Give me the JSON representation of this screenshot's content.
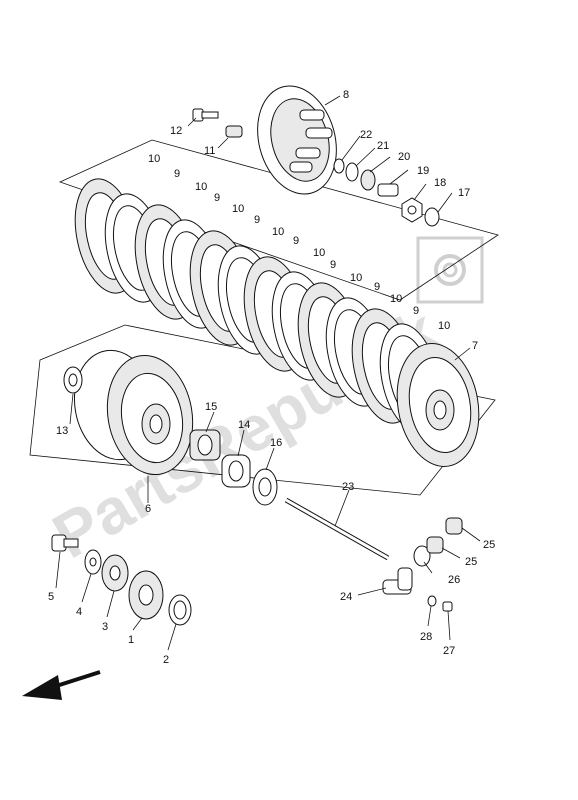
{
  "watermark": "PartsRepublik",
  "callouts": {
    "c1": "1",
    "c2": "2",
    "c3": "3",
    "c4": "4",
    "c5": "5",
    "c6": "6",
    "c7": "7",
    "c8": "8",
    "c9a": "9",
    "c9b": "9",
    "c9c": "9",
    "c9d": "9",
    "c9e": "9",
    "c9f": "9",
    "c9g": "9",
    "c10a": "10",
    "c10b": "10",
    "c10c": "10",
    "c10d": "10",
    "c10e": "10",
    "c10f": "10",
    "c10g": "10",
    "c10h": "10",
    "c11": "11",
    "c12": "12",
    "c13": "13",
    "c14": "14",
    "c15": "15",
    "c16": "16",
    "c17": "17",
    "c18": "18",
    "c19": "19",
    "c20": "20",
    "c21": "21",
    "c22": "22",
    "c23": "23",
    "c24": "24",
    "c25a": "25",
    "c25b": "25",
    "c26": "26",
    "c27": "27",
    "c28": "28"
  }
}
